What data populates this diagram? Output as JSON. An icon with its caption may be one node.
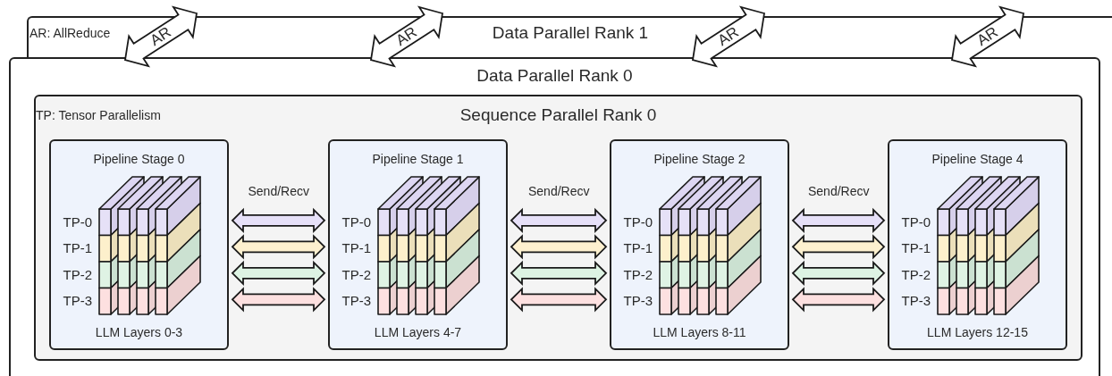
{
  "diagram": {
    "nodes": [
      {
        "text": [
          "Data Parallel Rank 1"
        ]
      },
      {
        "text": [
          "Data Parallel Rank 0"
        ]
      },
      {
        "text": [
          "Sequence Parallel Rank 0"
        ],
        "in": 1
      },
      {
        "text": [
          "Pipeline Stage 0",
          "TP-0",
          "TP-1",
          "TP-2",
          "TP-3",
          "LLM Layers 0-3"
        ],
        "in": 2
      },
      {
        "text": [
          "Pipeline Stage 1",
          "TP-0",
          "TP-1",
          "TP-2",
          "TP-3",
          "LLM Layers 4-7"
        ],
        "in": 2
      },
      {
        "text": [
          "Pipeline Stage 2",
          "TP-0",
          "TP-1",
          "TP-2",
          "TP-3",
          "LLM Layers 8-11"
        ],
        "in": 2
      },
      {
        "text": [
          "Pipeline Stage 4",
          "TP-0",
          "TP-1",
          "TP-2",
          "TP-3",
          "LLM Layers 12-15"
        ],
        "in": 2
      }
    ],
    "edges": [
      {
        "from": 0,
        "to": 1,
        "arrow": "both",
        "label": "AR"
      },
      {
        "from": 0,
        "to": 1,
        "arrow": "both",
        "label": "AR"
      },
      {
        "from": 0,
        "to": 1,
        "arrow": "both",
        "label": "AR"
      },
      {
        "from": 0,
        "to": 1,
        "arrow": "both",
        "label": "AR"
      },
      {
        "from": 3,
        "to": 4,
        "arrow": "both",
        "label": "Send/Recv",
        "color": "#e6e0f8"
      },
      {
        "from": 3,
        "to": 4,
        "arrow": "both",
        "color": "#fdf0cf"
      },
      {
        "from": 3,
        "to": 4,
        "arrow": "both",
        "color": "#ddf3e3"
      },
      {
        "from": 3,
        "to": 4,
        "arrow": "both",
        "color": "#fde0e0"
      },
      {
        "from": 4,
        "to": 5,
        "arrow": "both",
        "label": "Send/Recv",
        "color": "#e6e0f8"
      },
      {
        "from": 4,
        "to": 5,
        "arrow": "both",
        "color": "#fdf0cf"
      },
      {
        "from": 4,
        "to": 5,
        "arrow": "both",
        "color": "#ddf3e3"
      },
      {
        "from": 4,
        "to": 5,
        "arrow": "both",
        "color": "#fde0e0"
      },
      {
        "from": 5,
        "to": 6,
        "arrow": "both",
        "label": "Send/Recv",
        "color": "#e6e0f8"
      },
      {
        "from": 5,
        "to": 6,
        "arrow": "both",
        "color": "#fdf0cf"
      },
      {
        "from": 5,
        "to": 6,
        "arrow": "both",
        "color": "#ddf3e3"
      },
      {
        "from": 5,
        "to": 6,
        "arrow": "both",
        "color": "#fde0e0"
      }
    ],
    "labels": [
      "AR: AllReduce",
      "TP: Tensor Parallelism"
    ]
  }
}
